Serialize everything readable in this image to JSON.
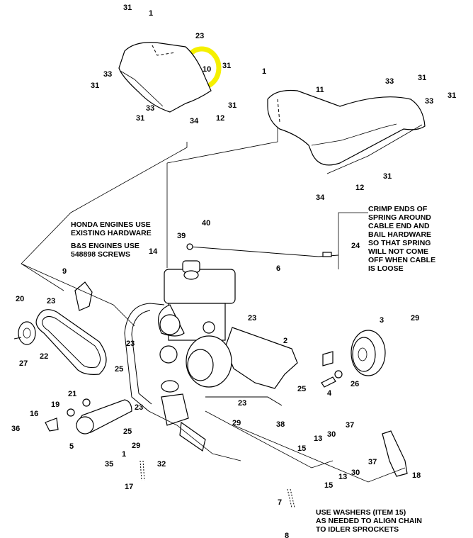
{
  "labels": [
    {
      "text": "31"
    },
    {
      "text": "1"
    },
    {
      "text": "23"
    },
    {
      "text": "10"
    },
    {
      "text": "31"
    },
    {
      "text": "1"
    },
    {
      "text": "11"
    },
    {
      "text": "33"
    },
    {
      "text": "31"
    },
    {
      "text": "33"
    },
    {
      "text": "31"
    },
    {
      "text": "31"
    },
    {
      "text": "12"
    },
    {
      "text": "34"
    },
    {
      "text": "33"
    },
    {
      "text": "31"
    },
    {
      "text": "33"
    },
    {
      "text": "31"
    },
    {
      "text": "31"
    },
    {
      "text": "12"
    },
    {
      "text": "34"
    },
    {
      "text": "40"
    },
    {
      "text": "39"
    },
    {
      "text": "24"
    },
    {
      "text": "6"
    },
    {
      "text": "14"
    },
    {
      "text": "9"
    },
    {
      "text": "23"
    },
    {
      "text": "20"
    },
    {
      "text": "22"
    },
    {
      "text": "27"
    },
    {
      "text": "23"
    },
    {
      "text": "2"
    },
    {
      "text": "3"
    },
    {
      "text": "29"
    },
    {
      "text": "23"
    },
    {
      "text": "25"
    },
    {
      "text": "26"
    },
    {
      "text": "25"
    },
    {
      "text": "4"
    },
    {
      "text": "21"
    },
    {
      "text": "19"
    },
    {
      "text": "16"
    },
    {
      "text": "36"
    },
    {
      "text": "5"
    },
    {
      "text": "23"
    },
    {
      "text": "23"
    },
    {
      "text": "25"
    },
    {
      "text": "29"
    },
    {
      "text": "38"
    },
    {
      "text": "37"
    },
    {
      "text": "30"
    },
    {
      "text": "13"
    },
    {
      "text": "15"
    },
    {
      "text": "1"
    },
    {
      "text": "29"
    },
    {
      "text": "35"
    },
    {
      "text": "32"
    },
    {
      "text": "17"
    },
    {
      "text": "13"
    },
    {
      "text": "30"
    },
    {
      "text": "37"
    },
    {
      "text": "15"
    },
    {
      "text": "18"
    },
    {
      "text": "7"
    },
    {
      "text": "8"
    }
  ],
  "notes": {
    "honda": [
      "HONDA ENGINES USE",
      "EXISTING HARDWARE"
    ],
    "bs": [
      "B&S ENGINES USE",
      "548898 SCREWS"
    ],
    "crimp": [
      "CRIMP ENDS OF",
      "SPRING AROUND",
      "CABLE END AND",
      "BAIL HARDWARE",
      "SO THAT SPRING",
      "WILL NOT COME",
      "OFF WHEN CABLE",
      "IS LOOSE"
    ],
    "washers": [
      "USE WASHERS (ITEM 15)",
      "AS NEEDED TO ALIGN CHAIN",
      "TO IDLER SPROCKETS"
    ]
  },
  "highlight": {
    "part_label": "10",
    "color": "#ffff00"
  }
}
